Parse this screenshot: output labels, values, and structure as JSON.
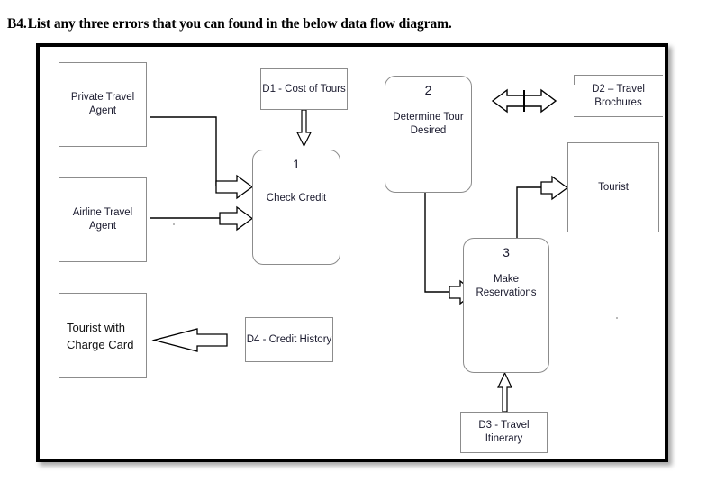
{
  "question": {
    "number": "B4.",
    "text": "List any three errors that you can found in the below data flow diagram."
  },
  "diagram": {
    "type": "data-flow-diagram",
    "entities": [
      {
        "id": "private-travel-agent",
        "label": "Private Travel Agent"
      },
      {
        "id": "airline-travel-agent",
        "label": "Airline Travel Agent"
      },
      {
        "id": "tourist-with-charge-card",
        "label": "Tourist with Charge Card"
      },
      {
        "id": "tourist",
        "label": "Tourist"
      }
    ],
    "processes": [
      {
        "id": "check-credit",
        "number": "1",
        "label": "Check Credit"
      },
      {
        "id": "determine-tour-desired",
        "number": "2",
        "label": "Determine Tour Desired"
      },
      {
        "id": "make-reservations",
        "number": "3",
        "label": "Make Reservations"
      }
    ],
    "data_stores": [
      {
        "id": "d1",
        "label": "D1 - Cost of Tours",
        "style": "rectangle"
      },
      {
        "id": "d2",
        "label": "D2 – Travel Brochures",
        "style": "open"
      },
      {
        "id": "d3",
        "label": "D3 - Travel Itinerary",
        "style": "rectangle"
      },
      {
        "id": "d4",
        "label": "D4 - Credit History",
        "style": "rectangle"
      }
    ],
    "flows": [
      {
        "id": "flow-private-agent-to-check-credit",
        "from": "private-travel-agent",
        "to": "check-credit",
        "direction": "right"
      },
      {
        "id": "flow-airline-agent-to-check-credit",
        "from": "airline-travel-agent",
        "to": "check-credit",
        "direction": "right"
      },
      {
        "id": "flow-d1-to-check-credit",
        "from": "d1",
        "to": "check-credit",
        "direction": "down"
      },
      {
        "id": "flow-determine-tour-to-make-reservations",
        "from": "determine-tour-desired",
        "to": "make-reservations",
        "direction": "right"
      },
      {
        "id": "flow-make-reservations-to-tourist",
        "from": "make-reservations",
        "to": "tourist",
        "direction": "right"
      },
      {
        "id": "flow-d3-to-make-reservations",
        "from": "d3",
        "to": "make-reservations",
        "direction": "up"
      },
      {
        "id": "flow-d4-to-tourist-with-charge-card",
        "from": "d4",
        "to": "tourist-with-charge-card",
        "direction": "left"
      },
      {
        "id": "flow-d2-bidirectional",
        "from": "d2",
        "to": "determine-tour-desired",
        "direction": "bidirectional"
      }
    ]
  },
  "colors": {
    "frame": "#000000",
    "shape_border": "#8c8c8c",
    "text": "#1a1a2e",
    "arrow_stroke": "#000000",
    "arrow_fill": "#ffffff"
  }
}
